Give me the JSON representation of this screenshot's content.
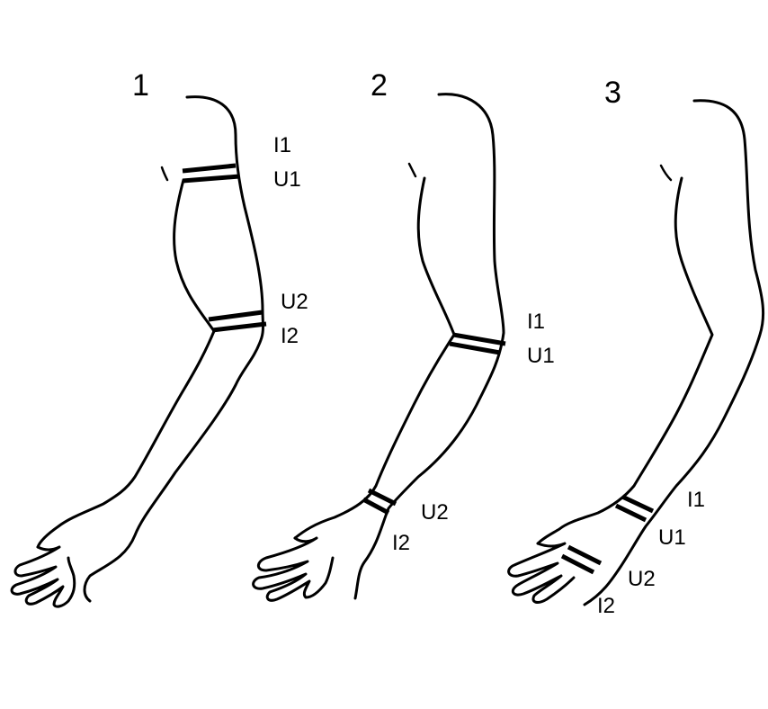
{
  "figures": [
    {
      "number": "1",
      "labels": {
        "i1": "I1",
        "u1": "U1",
        "u2": "U2",
        "i2": "I2"
      }
    },
    {
      "number": "2",
      "labels": {
        "i1": "I1",
        "u1": "U1",
        "u2": "U2",
        "i2": "I2"
      }
    },
    {
      "number": "3",
      "labels": {
        "i1": "I1",
        "u1": "U1",
        "u2": "U2",
        "i2": "I2"
      }
    }
  ]
}
